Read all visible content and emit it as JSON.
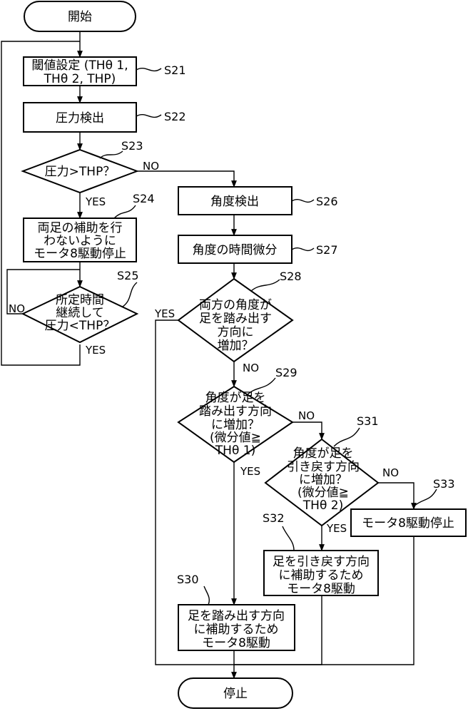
{
  "nodes": {
    "start": "開始",
    "s21": [
      "閾値設定 (THθ 1,",
      "THθ 2, THP)"
    ],
    "s22": "圧力検出",
    "s23": "圧力>THP？",
    "s24": [
      "両足の補助を行",
      "わないように",
      "モータ8駆動停止"
    ],
    "s25": [
      "所定時間",
      "継続して",
      "圧力<THP？"
    ],
    "s26": "角度検出",
    "s27": "角度の時間微分",
    "s28": [
      "両方の角度が",
      "足を踏み出す",
      "方向に",
      "増加？"
    ],
    "s29": [
      "角度が足を",
      "踏み出す方向",
      "に増加？",
      "(微分値≧",
      "THθ 1)"
    ],
    "s31": [
      "角度が足を",
      "引き戻す方向",
      "に増加？",
      "(微分値≧",
      "THθ 2)"
    ],
    "s30": [
      "足を踏み出す方向",
      "に補助するため",
      "モータ8駆動"
    ],
    "s32": [
      "足を引き戻す方向",
      "に補助するため",
      "モータ8駆動"
    ],
    "s33": "モータ8駆動停止",
    "end": "停止"
  },
  "step_labels": {
    "s21": "S21",
    "s22": "S22",
    "s23": "S23",
    "s24": "S24",
    "s25": "S25",
    "s26": "S26",
    "s27": "S27",
    "s28": "S28",
    "s29": "S29",
    "s30": "S30",
    "s31": "S31",
    "s32": "S32",
    "s33": "S33"
  },
  "branch": {
    "s23_no": "NO",
    "s23_yes": "YES",
    "s25_no": "NO",
    "s25_yes": "YES",
    "s28_yes": "YES",
    "s28_no": "NO",
    "s29_no": "NO",
    "s29_yes": "YES",
    "s31_no": "NO",
    "s31_yes": "YES"
  }
}
